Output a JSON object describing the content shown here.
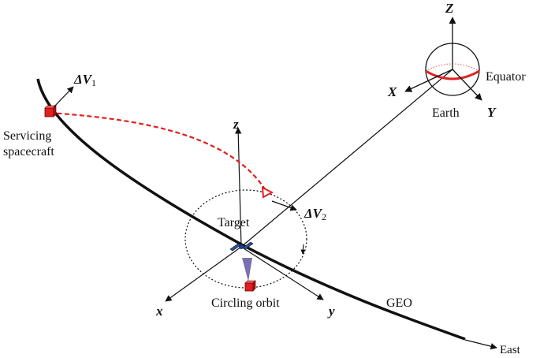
{
  "labels": {
    "delta_v1": "ΔV",
    "delta_v1_sub": "1",
    "delta_v2": "ΔV",
    "delta_v2_sub": "2",
    "servicing_line1": "Servicing",
    "servicing_line2": "spacecraft",
    "target": "Target",
    "circling_orbit": "Circling orbit",
    "geo": "GEO",
    "east": "East",
    "equator": "Equator",
    "earth": "Earth"
  },
  "axes_local": {
    "x": "x",
    "y": "y",
    "z": "z"
  },
  "axes_earth": {
    "X": "X",
    "Y": "Y",
    "Z": "Z"
  },
  "colors": {
    "transfer_path": "#e02020",
    "servicing_body": "#e02020",
    "equator": "#e02020",
    "target_panel": "#2a4f9e",
    "target_cone": "#7a6fb0",
    "line": "#111111"
  }
}
